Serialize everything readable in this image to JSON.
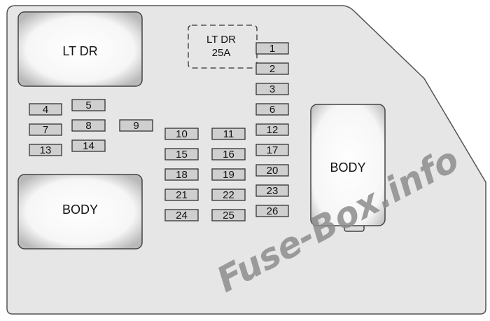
{
  "relays": {
    "top_left": "LT DR",
    "bottom_left": "BODY",
    "right": "BODY"
  },
  "dashed_position": {
    "line1": "LT DR",
    "line2": "25A"
  },
  "fuses": {
    "f1": "1",
    "f2": "2",
    "f3": "3",
    "f4": "4",
    "f5": "5",
    "f6": "6",
    "f7": "7",
    "f8": "8",
    "f9": "9",
    "f10": "10",
    "f11": "11",
    "f12": "12",
    "f13": "13",
    "f14": "14",
    "f15": "15",
    "f16": "16",
    "f17": "17",
    "f18": "18",
    "f19": "19",
    "f20": "20",
    "f21": "21",
    "f22": "22",
    "f23": "23",
    "f24": "24",
    "f25": "25",
    "f26": "26"
  },
  "watermark": "Fuse-Box.info",
  "colors": {
    "panel": "#e6e6e6",
    "panel_outline": "#555555",
    "fuse_fill": "#cfcfcf",
    "relay_fill": "#ffffff",
    "watermark": "#8c8c8c"
  }
}
